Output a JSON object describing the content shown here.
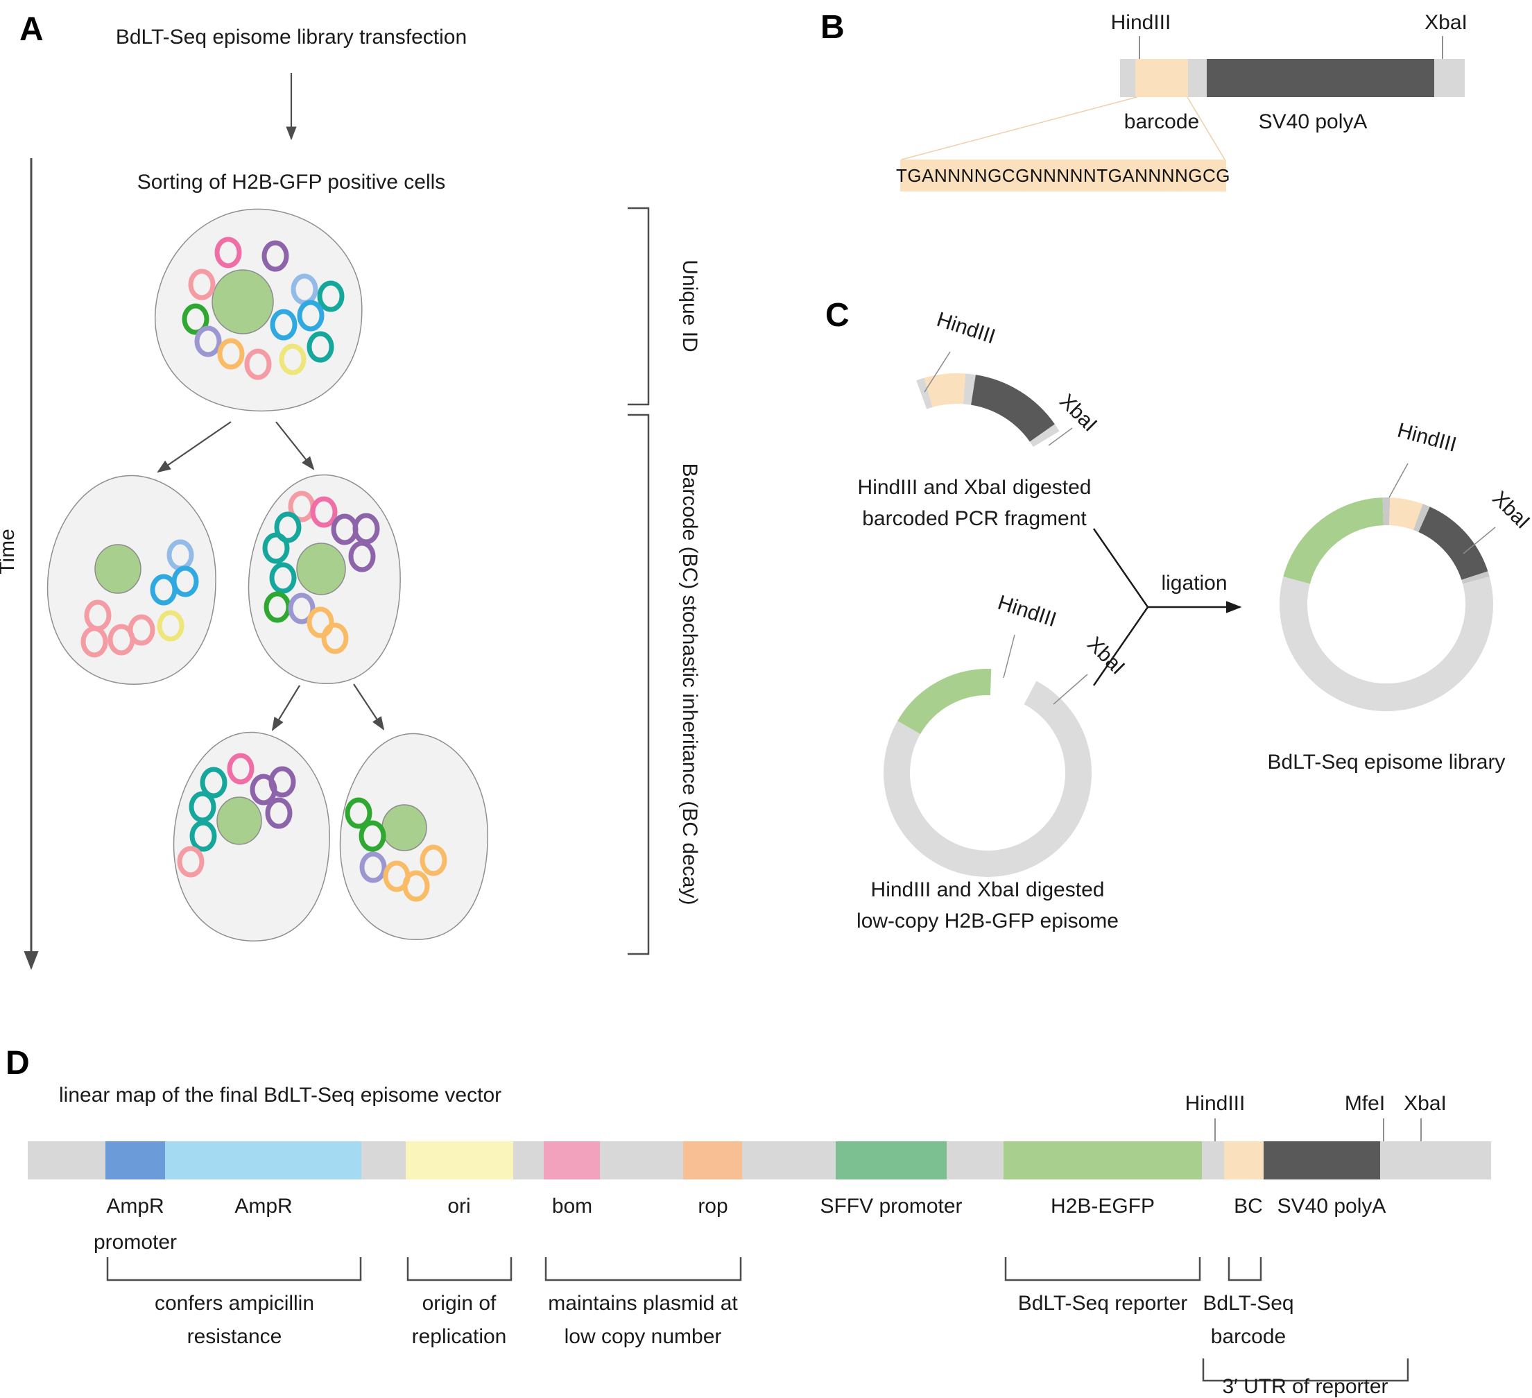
{
  "panels": {
    "a": "A",
    "b": "B",
    "c": "C",
    "d": "D"
  },
  "panel_a": {
    "step1": "BdLT-Seq episome library transfection",
    "step2": "Sorting of H2B-GFP positive cells",
    "time_label": "Time",
    "unique_id_label": "Unique ID",
    "inheritance_label": "Barcode (BC) stochastic inheritance (BC decay)"
  },
  "panel_b": {
    "hindiii": "HindIII",
    "xbai": "XbaI",
    "barcode_label": "barcode",
    "polya_label": "SV40 polyA",
    "sequence": "TGANNNNGCGNNNNNTGANNNNGCG"
  },
  "panel_c": {
    "pcr_fragment": {
      "hindiii": "HindIII",
      "xbai": "XbaI",
      "caption_line1": "HindIII and XbaI digested",
      "caption_line2": "barcoded PCR fragment"
    },
    "low_copy_episome": {
      "hindiii": "HindIII",
      "xbai": "XbaI",
      "caption_line1": "HindIII and XbaI digested",
      "caption_line2": "low-copy H2B-GFP episome"
    },
    "ligation_label": "ligation",
    "library": {
      "hindiii": "HindIII",
      "xbai": "XbaI",
      "caption": "BdLT-Seq episome library"
    }
  },
  "panel_d": {
    "title": "linear map of the final BdLT-Seq episome vector",
    "restriction_sites": {
      "hindiii": "HindIII",
      "mfei": "MfeI",
      "xbai": "XbaI"
    },
    "segment_labels": {
      "ampr_promoter_line1": "AmpR",
      "ampr_promoter_line2": "promoter",
      "ampr": "AmpR",
      "ori": "ori",
      "bom": "bom",
      "rop": "rop",
      "sffv_promoter": "SFFV promoter",
      "h2b_egfp": "H2B-EGFP",
      "bc": "BC",
      "sv40_polya": "SV40 polyA"
    },
    "annotations": {
      "ampicillin_line1": "confers ampicillin",
      "ampicillin_line2": "resistance",
      "ori_line1": "origin of",
      "ori_line2": "replication",
      "low_copy_line1": "maintains plasmid at",
      "low_copy_line2": "low copy number",
      "reporter": "BdLT-Seq reporter",
      "barcode_line1": "BdLT-Seq",
      "barcode_line2": "barcode",
      "utr": "3′ UTR of reporter"
    }
  },
  "colors": {
    "backbone_gray": "#d8d8d8",
    "dark_segment": "#595959",
    "barcode_peach": "#fbe0bd",
    "sffv_green": "#7cc092",
    "h2b_egfp_green": "#a8cf8e",
    "ampr_promoter_blue": "#6b9bd8",
    "ampr_blue": "#a5daf3",
    "ori_yellow": "#faf5bb",
    "bom_pink": "#f2a2bd",
    "rop_orange": "#f8bf95",
    "cell_fill": "#f2f2f2",
    "nucleus_green": "#a8cf8e"
  },
  "episome_ring_colors": {
    "pink": "#ef6ea6",
    "purple": "#8d63a9",
    "salmon": "#f49ba3",
    "light_blue": "#93bbe7",
    "teal": "#16a79c",
    "green": "#2ea831",
    "sky_blue": "#30a8e0",
    "lavender": "#9a97d1",
    "orange": "#f9bb66",
    "yellow": "#eee67a"
  }
}
